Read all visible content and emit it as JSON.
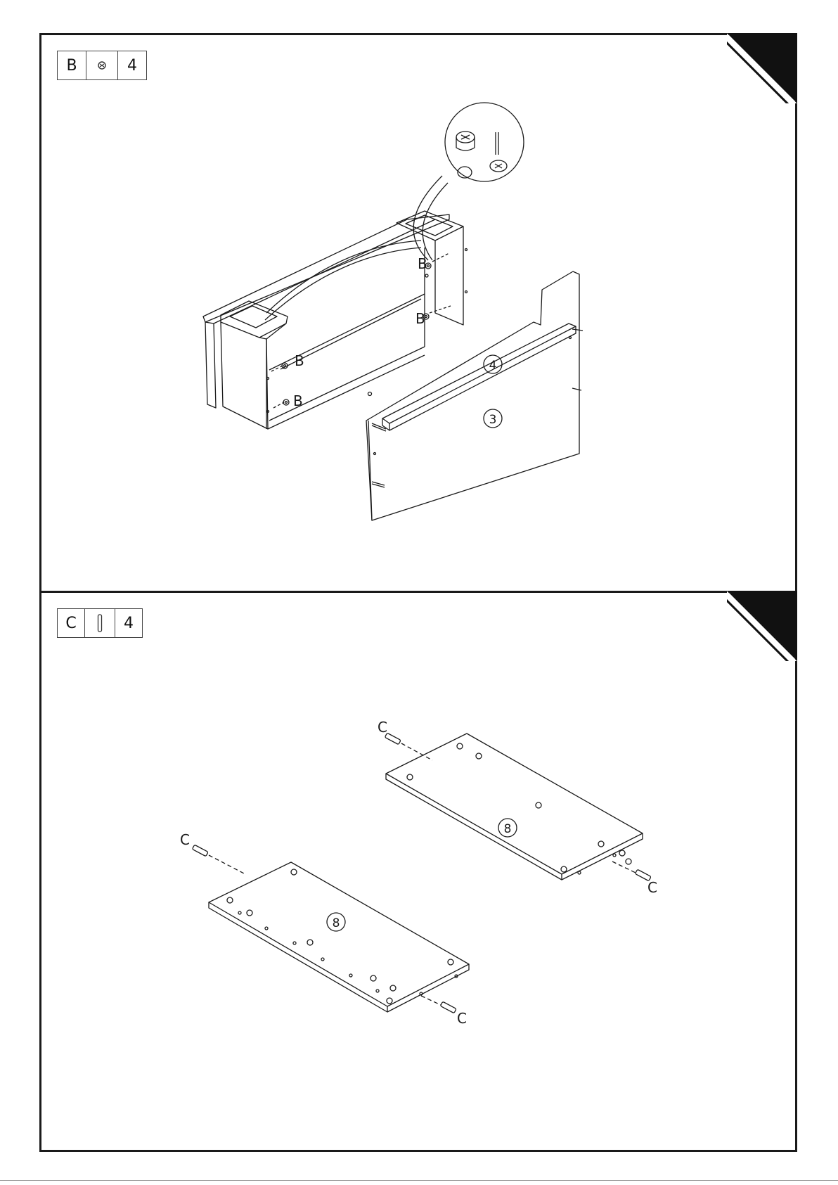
{
  "step1": {
    "parts": {
      "code": "B",
      "icon": "cam-lock-icon",
      "qty": "4"
    },
    "hardware_labels": [
      "B",
      "B",
      "B",
      "B"
    ],
    "panel_numbers": [
      "4",
      "3"
    ]
  },
  "step2": {
    "parts": {
      "code": "C",
      "icon": "dowel-icon",
      "qty": "4"
    },
    "hardware_labels": [
      "C",
      "C",
      "C",
      "C"
    ],
    "panel_numbers": [
      "8",
      "8"
    ]
  },
  "colors": {
    "line": "#1a1a1a",
    "corner": "#111111"
  }
}
